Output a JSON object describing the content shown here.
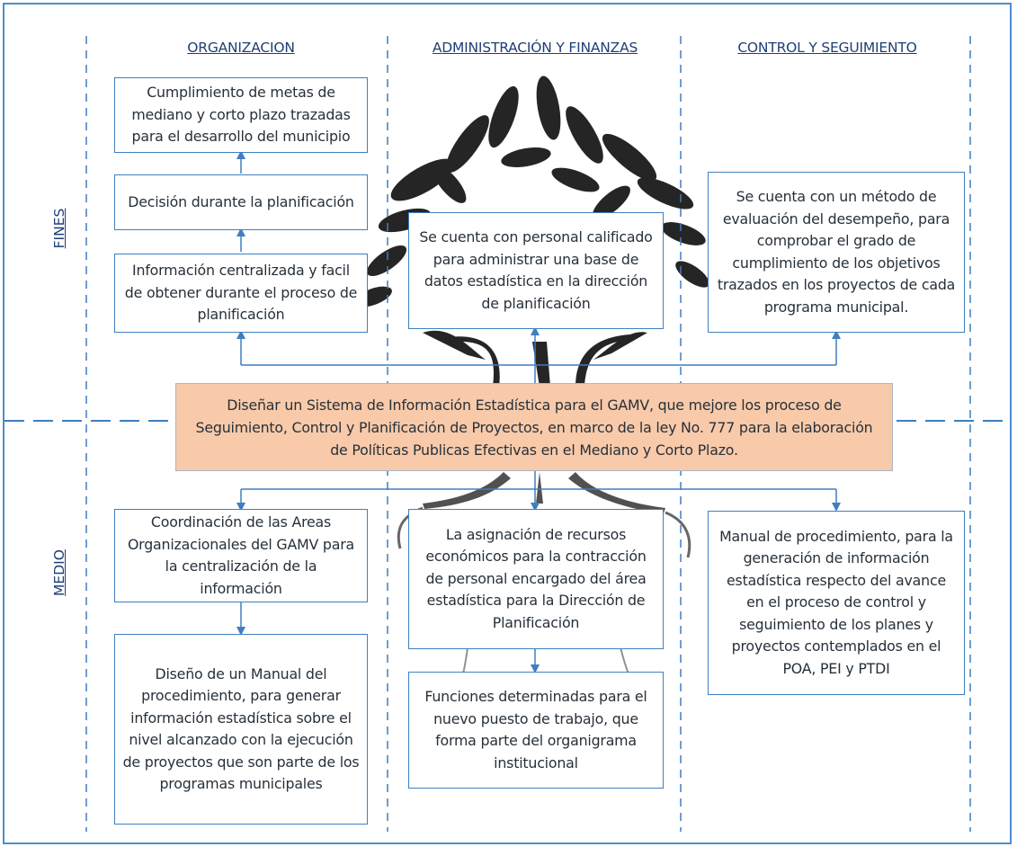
{
  "columns": {
    "organizacion": "ORGANIZACION",
    "administracion": "ADMINISTRACIÓN Y FINANZAS",
    "control": "CONTROL Y SEGUIMIENTO"
  },
  "rows": {
    "fines": "FINES",
    "medio": "MEDIO"
  },
  "fines": {
    "metas": "Cumplimiento de metas de mediano y corto plazo trazadas para el desarrollo del municipio",
    "decision": "Decisión durante la planificación",
    "informacion": "Información centralizada y facil de obtener durante el proceso de planificación",
    "personal": "Se cuenta con personal calificado para administrar una base de datos estadística en la dirección de planificación",
    "metodo": "Se cuenta con un método de evaluación  del desempeño, para comprobar el grado de cumplimiento de los objetivos trazados en los proyectos de cada programa municipal."
  },
  "objective": "Diseñar un Sistema  de Información Estadística para el GAMV, que mejore los proceso de Seguimiento, Control y  Planificación de Proyectos, en marco de la ley No. 777 para la elaboración de Políticas Publicas Efectivas en el Mediano y Corto Plazo.",
  "medio": {
    "coordinacion": "Coordinación de las Areas Organizacionales del GAMV para la centralización de la información",
    "diseno": "Diseño de un Manual del procedimiento, para generar información estadística sobre el nivel alcanzado con la ejecución de proyectos que son parte de los programas municipales",
    "asignacion": "La asignación de recursos económicos para la contracción de personal encargado del área estadística para la Dirección de Planificación",
    "funciones": "Funciones determinadas para el nuevo puesto de trabajo, que forma parte del organigrama institucional",
    "manual": "Manual de procedimiento, para la generación de información estadística respecto del avance en el proceso de control y seguimiento de los planes y proyectos contemplados en el POA, PEI y PTDI"
  },
  "colors": {
    "border": "#4f8ccd",
    "box_border": "#3f7fc0",
    "objective_fill": "#f8caa9",
    "heading_text": "#1f3f75"
  }
}
